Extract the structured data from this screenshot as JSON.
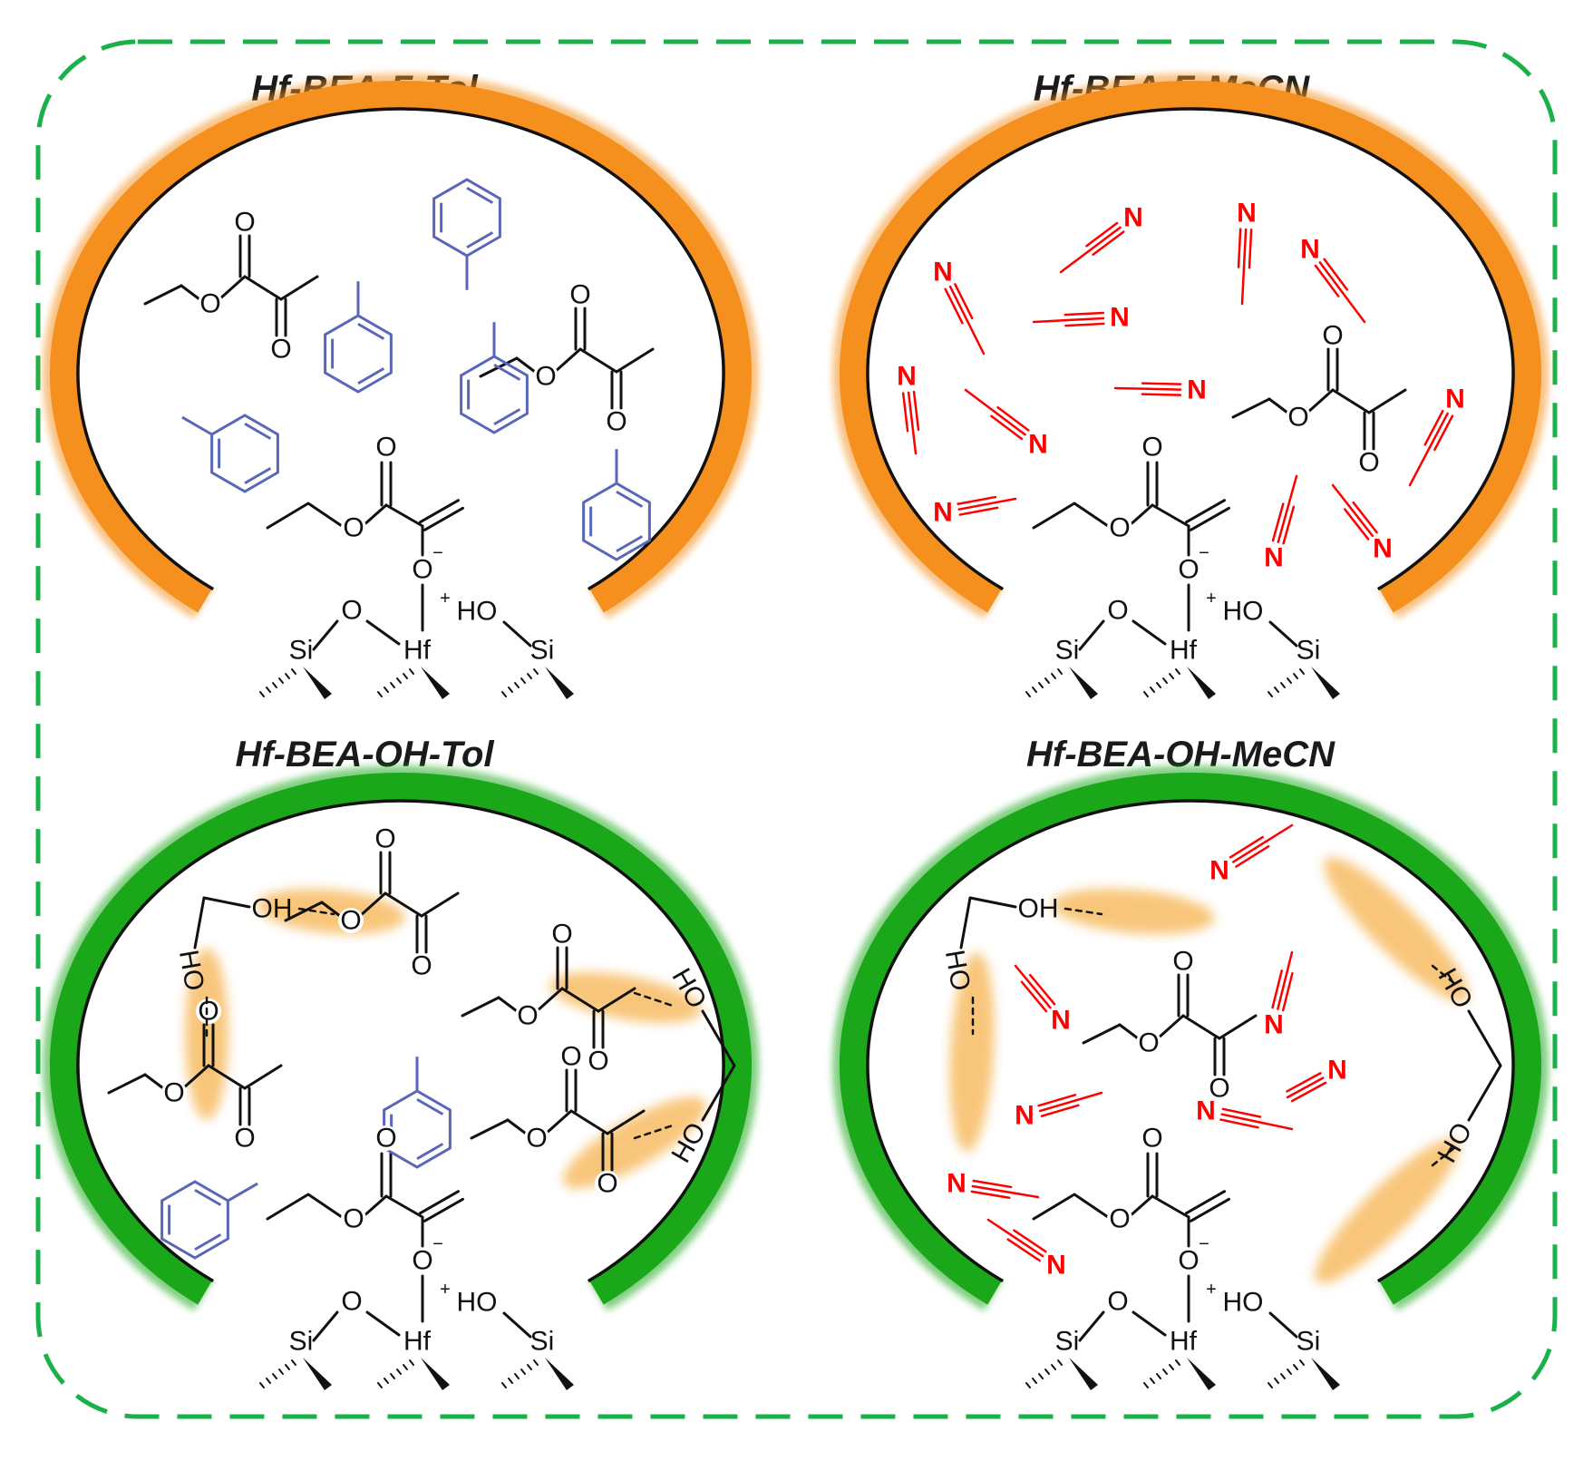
{
  "panels": {
    "top_left": {
      "title": "Hf-BEA-F-Tol",
      "wall_color": "#f5901e",
      "solvent": "toluene"
    },
    "top_right": {
      "title": "Hf-BEA-F-MeCN",
      "wall_color": "#f5901e",
      "solvent": "acetonitrile"
    },
    "bottom_left": {
      "title": "Hf-BEA-OH-Tol",
      "wall_color": "#1aa81a",
      "solvent": "toluene"
    },
    "bottom_right": {
      "title": "Hf-BEA-OH-MeCN",
      "wall_color": "#1aa81a",
      "solvent": "acetonitrile"
    }
  },
  "atoms": {
    "oxygen": "O",
    "nitrogen": "N",
    "silicon": "Si",
    "hafnium": "Hf",
    "hydroxyl": "HO",
    "hydroxyl_right": "OH",
    "plus": "+",
    "minus": "−"
  },
  "colors": {
    "frame": "#1ab04a",
    "toluene": "#5a66b8",
    "acetonitrile": "#ff0000",
    "hbond_highlight": "#f7b85a"
  }
}
